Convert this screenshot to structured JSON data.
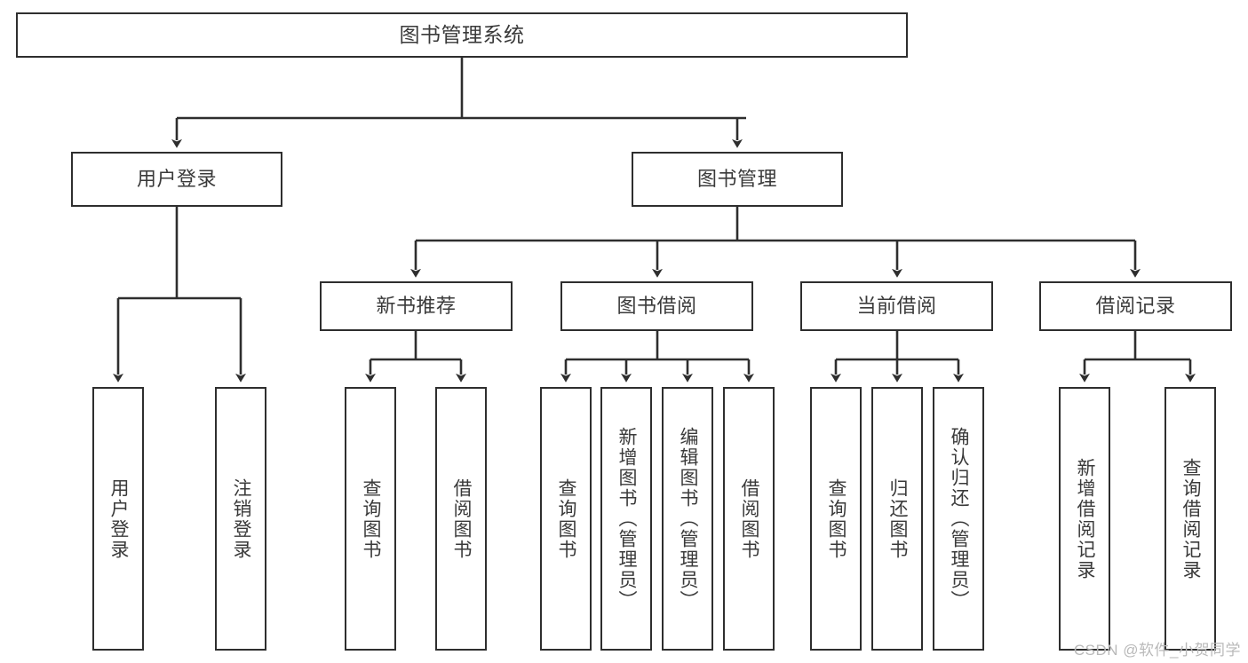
{
  "diagram": {
    "title": "图书管理系统",
    "type": "tree",
    "stroke_color": "#2e2e2e",
    "text_color": "#3a3a3a",
    "background_color": "#ffffff",
    "root": {
      "label": "图书管理系统"
    },
    "level2": [
      {
        "label": "用户登录"
      },
      {
        "label": "图书管理"
      }
    ],
    "level3": [
      {
        "label": "新书推荐"
      },
      {
        "label": "图书借阅"
      },
      {
        "label": "当前借阅"
      },
      {
        "label": "借阅记录"
      }
    ],
    "leaves": [
      {
        "label": "用户登录",
        "parent": "用户登录"
      },
      {
        "label": "注销登录",
        "parent": "用户登录"
      },
      {
        "label": "查询图书",
        "parent": "新书推荐"
      },
      {
        "label": "借阅图书",
        "parent": "新书推荐"
      },
      {
        "label": "查询图书",
        "parent": "图书借阅"
      },
      {
        "label": "新增图书（管理员）",
        "parent": "图书借阅"
      },
      {
        "label": "编辑图书（管理员）",
        "parent": "图书借阅"
      },
      {
        "label": "借阅图书",
        "parent": "图书借阅"
      },
      {
        "label": "查询图书",
        "parent": "当前借阅"
      },
      {
        "label": "归还图书",
        "parent": "当前借阅"
      },
      {
        "label": "确认归还（管理员）",
        "parent": "当前借阅"
      },
      {
        "label": "新增借阅记录",
        "parent": "借阅记录"
      },
      {
        "label": "查询借阅记录",
        "parent": "借阅记录"
      }
    ]
  },
  "watermark": {
    "text": "CSDN @软件_小贺同学"
  }
}
